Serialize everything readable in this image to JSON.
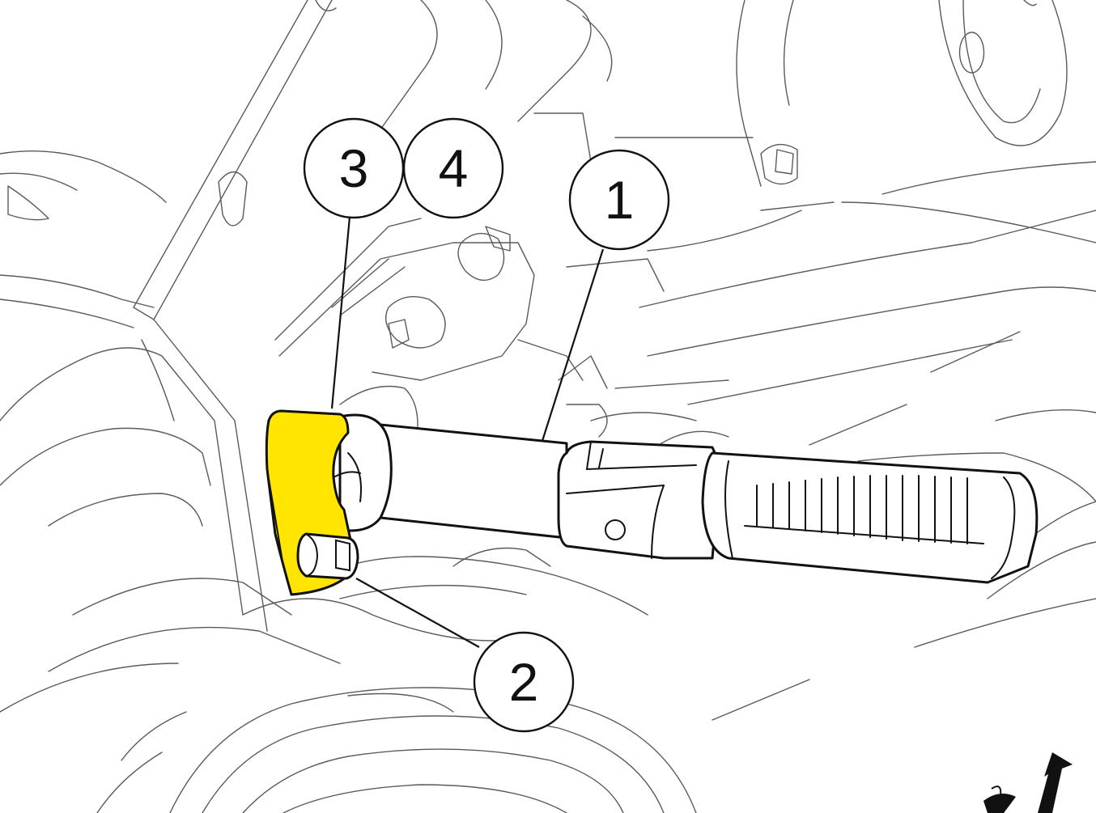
{
  "colors": {
    "highlight": "#FFE500",
    "line": "#111111",
    "background_line": "#5a5a5a",
    "background": "#ffffff"
  },
  "callouts": [
    {
      "id": "1",
      "label": "1",
      "target": "footrest"
    },
    {
      "id": "2",
      "label": "2",
      "target": "bolt"
    },
    {
      "id": "3",
      "label": "3",
      "target": "footrest-bracket"
    },
    {
      "id": "4",
      "label": "4",
      "target": "footrest-bracket"
    }
  ],
  "icons": [
    "direction-arrow-icon"
  ]
}
